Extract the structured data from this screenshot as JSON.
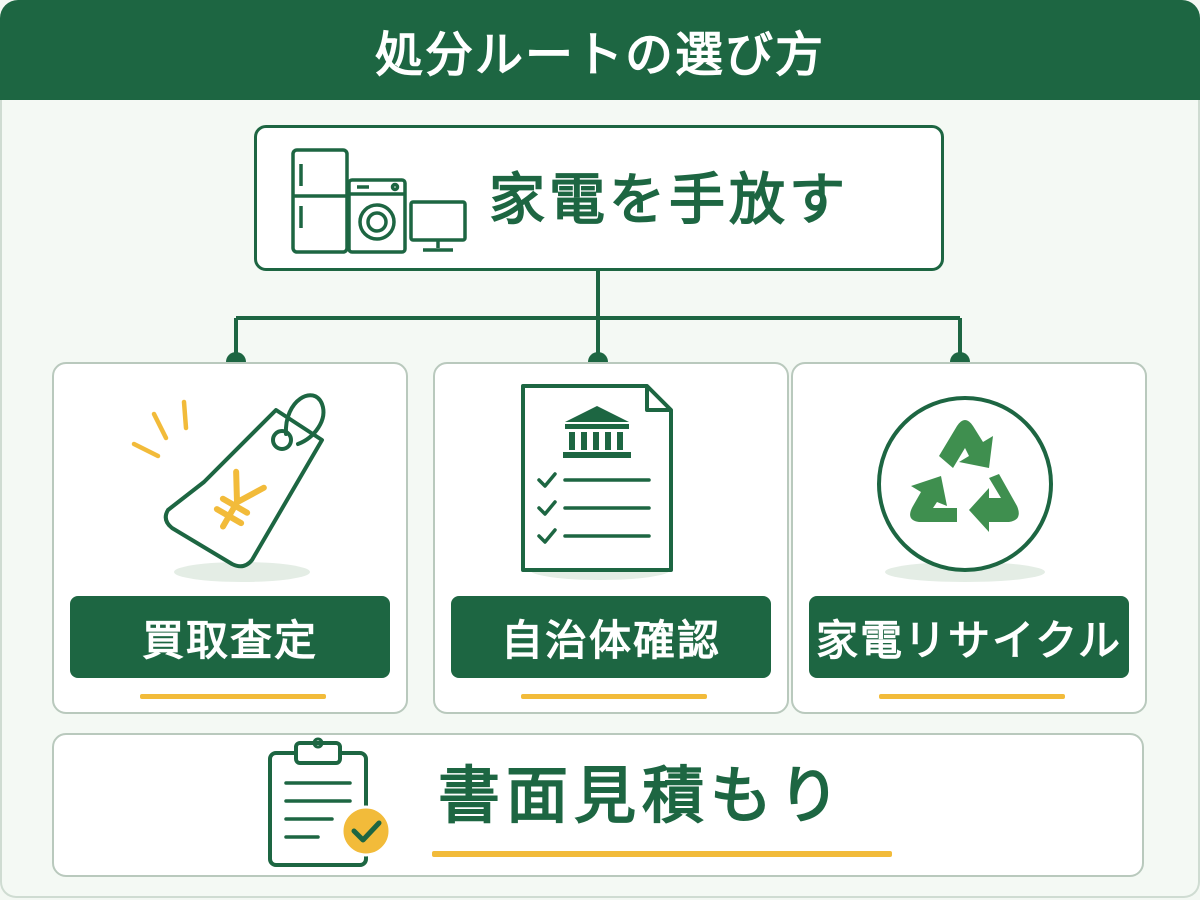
{
  "header": {
    "title": "処分ルートの選び方"
  },
  "root": {
    "title": "家電を手放す",
    "icon": "appliances-icon"
  },
  "routes": [
    {
      "label": "買取査定",
      "icon": "price-tag-yen-icon"
    },
    {
      "label": "自治体確認",
      "icon": "municipal-document-checklist-icon"
    },
    {
      "label": "家電リサイクル",
      "icon": "recycle-icon"
    }
  ],
  "bottom": {
    "title": "書面見積もり",
    "icon": "clipboard-check-icon"
  },
  "colors": {
    "primary": "#1d6642",
    "accent": "#f2bb3a",
    "background": "#f3f8f3"
  }
}
